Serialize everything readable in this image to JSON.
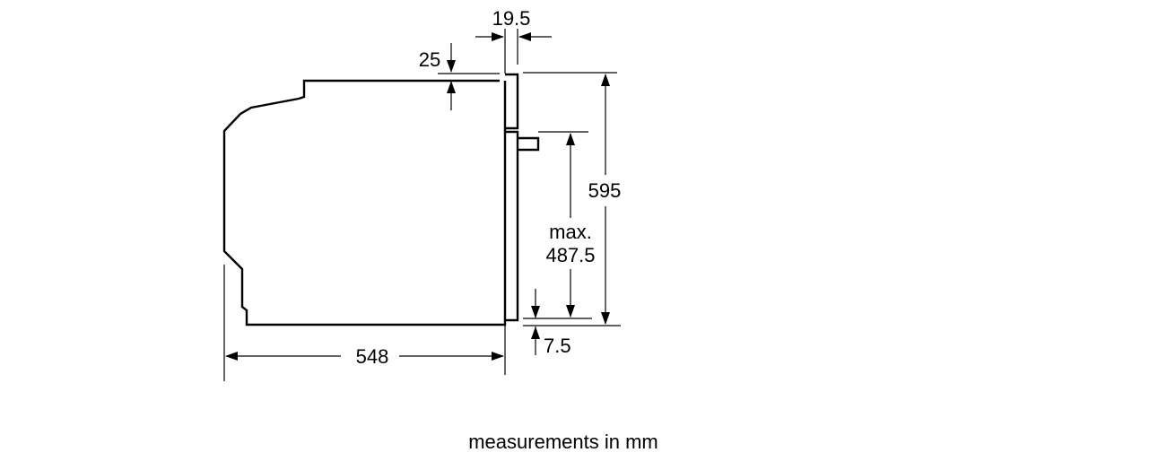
{
  "dimensions": {
    "depth": "548",
    "height": "595",
    "door_thickness": "19.5",
    "top_offset": "25",
    "bottom_offset": "7.5",
    "door_opening_line1": "max.",
    "door_opening_line2": "487.5"
  },
  "caption": "measurements in mm"
}
